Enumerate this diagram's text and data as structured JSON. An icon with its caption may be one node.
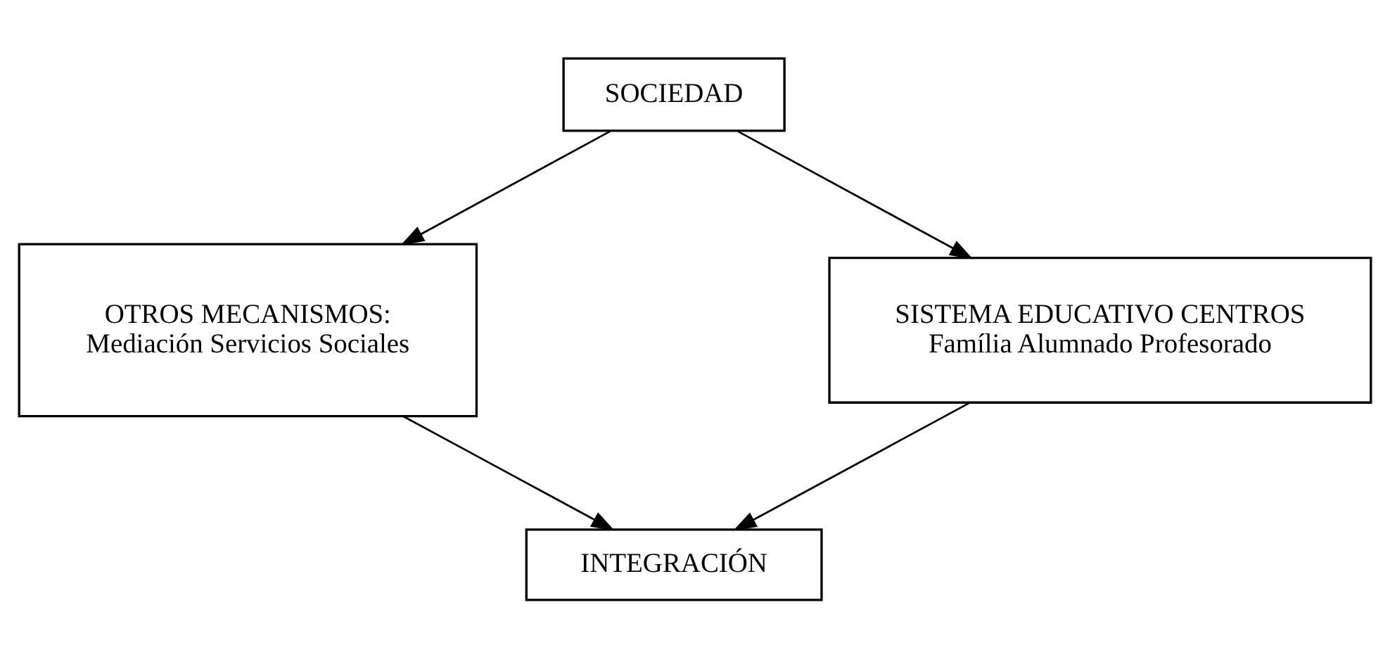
{
  "diagram": {
    "nodes": [
      {
        "text": [
          "SOCIEDAD"
        ]
      },
      {
        "text": [
          "OTROS MECANISMOS:",
          "Mediación Servicios Sociales"
        ]
      },
      {
        "text": [
          "SISTEMA EDUCATIVO CENTROS",
          "Família Alumnado Profesorado"
        ]
      },
      {
        "text": [
          "INTEGRACIÓN"
        ]
      }
    ],
    "edges": [
      {
        "from": 0,
        "to": 1,
        "arrow": "to"
      },
      {
        "from": 0,
        "to": 2,
        "arrow": "to"
      },
      {
        "from": 1,
        "to": 3,
        "arrow": "to"
      },
      {
        "from": 2,
        "to": 3,
        "arrow": "to"
      }
    ]
  }
}
